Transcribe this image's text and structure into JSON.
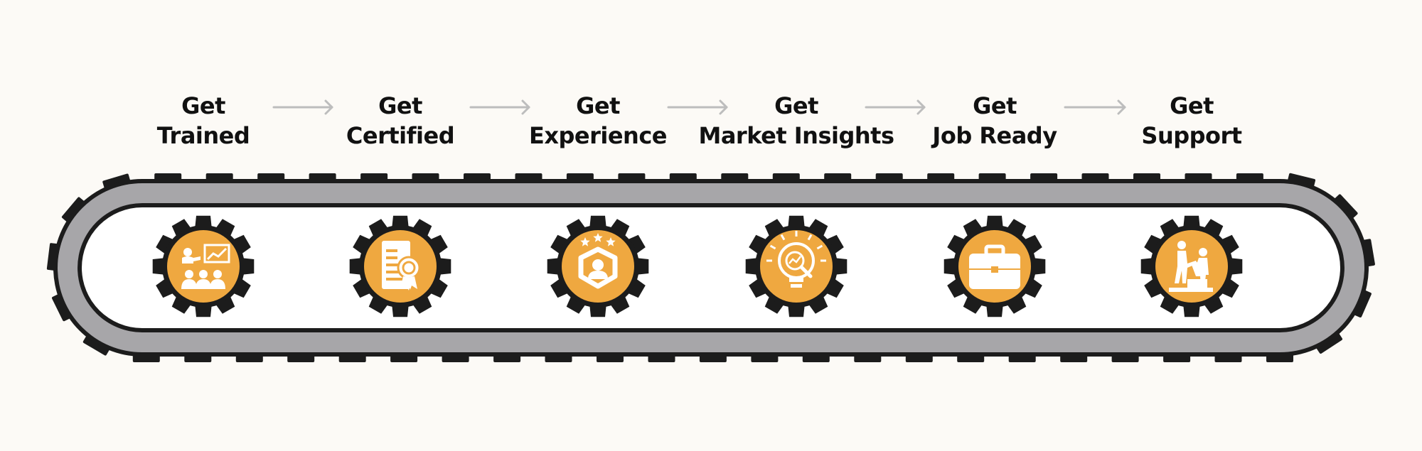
{
  "colors": {
    "background": "#fcfaf6",
    "belt_outer": "#1c1c1c",
    "belt_band": "#a7a6a9",
    "belt_inner": "#ffffff",
    "gear": "#1c1c1c",
    "gear_face": "#efa840",
    "icon": "#ffffff",
    "arrow": "#bdbdbd",
    "text": "#111111"
  },
  "steps": [
    {
      "line1": "Get",
      "line2": "Trained",
      "icon": "training-icon"
    },
    {
      "line1": "Get",
      "line2": "Certified",
      "icon": "certificate-icon"
    },
    {
      "line1": "Get",
      "line2": "Experience",
      "icon": "experience-icon"
    },
    {
      "line1": "Get",
      "line2": "Market Insights",
      "icon": "insights-icon"
    },
    {
      "line1": "Get",
      "line2": "Job Ready",
      "icon": "briefcase-icon"
    },
    {
      "line1": "Get",
      "line2": "Support",
      "icon": "support-icon"
    }
  ]
}
